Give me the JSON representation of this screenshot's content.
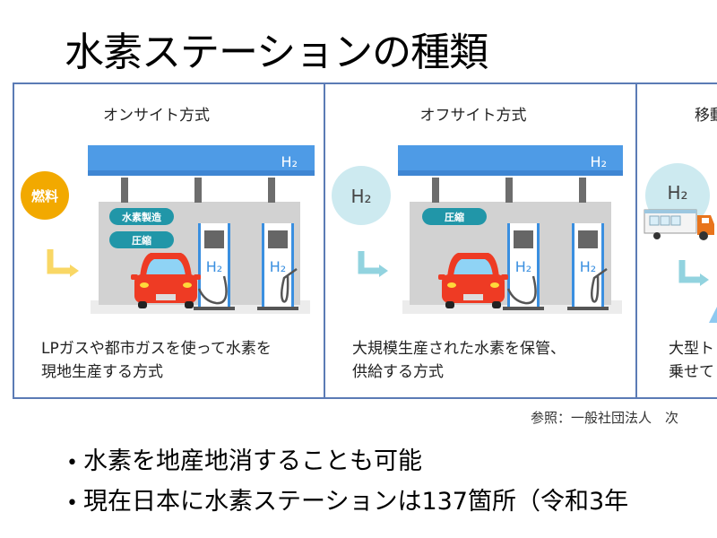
{
  "slide": {
    "title": "水素ステーションの種類",
    "panels": [
      {
        "title": "オンサイト方式",
        "source_badge": "燃料",
        "process_tags": [
          "水素製造",
          "圧縮"
        ],
        "canopy_label": "H₂",
        "pump_label": "H₂",
        "description_lines": [
          "LPガスや都市ガスを使って水素を",
          "現地生産する方式"
        ]
      },
      {
        "title": "オフサイト方式",
        "source_badge": "H₂",
        "process_tags": [
          "圧縮"
        ],
        "canopy_label": "H₂",
        "pump_label": "H₂",
        "description_lines": [
          "大規模生産された水素を保管、",
          "供給する方式"
        ]
      },
      {
        "title": "移動",
        "source_badge": "H₂",
        "description_lines": [
          "大型ト",
          "乗せて"
        ]
      }
    ],
    "source_note": "参照：一般社団法人　次",
    "bullets": [
      "水素を地産地消することも可能",
      "現在日本に水素ステーションは137箇所（令和3年"
    ],
    "colors": {
      "frame_border": "#5b7bb5",
      "canopy_blue": "#4e9be6",
      "fuel_orange": "#f2a900",
      "arrow_yellow": "#f9d765",
      "h2_circle": "#cdeaf0",
      "arrow_cyan": "#92d3df",
      "tag_teal": "#2196a8",
      "car_red": "#ee3b24",
      "building_gray": "#d2d2d2"
    }
  }
}
